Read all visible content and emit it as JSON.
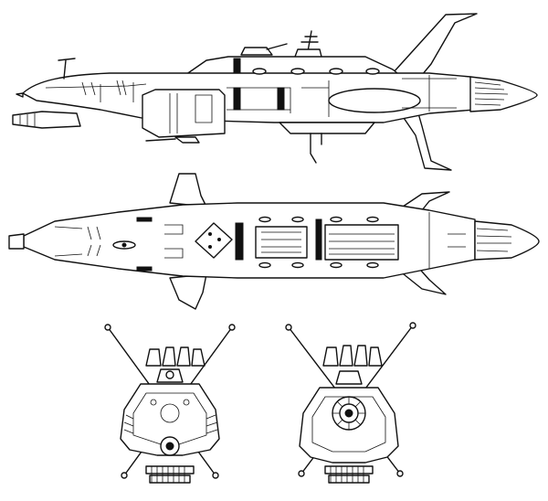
{
  "drawing": {
    "subject": "spaceship-orthographic-views",
    "line_color": "#111111",
    "background_color": "#ffffff",
    "views": [
      "side-view",
      "top-view",
      "front-view",
      "rear-view"
    ]
  }
}
